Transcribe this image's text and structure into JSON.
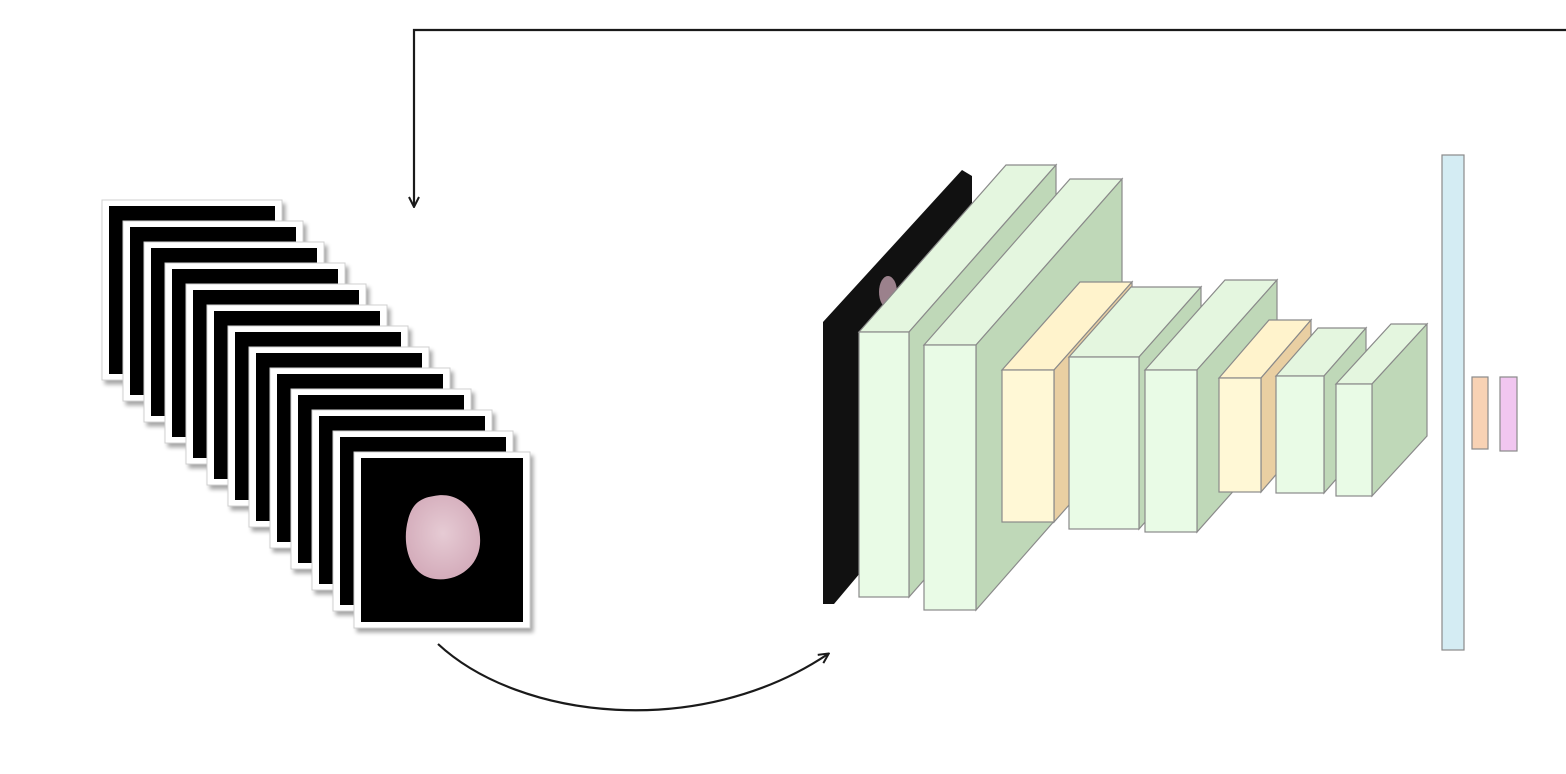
{
  "figure": {
    "description_text": "",
    "colors": {
      "background": "#ffffff",
      "arrow": "#1a1a1a",
      "slice_background": "#000000",
      "slice_border": "#ffffff",
      "lesion": "#d9b4c0",
      "lesion_highlight": "#e6cbd4",
      "conv_front": "#e9fbe6",
      "conv_side": "#bfd8b8",
      "conv_top": "#e4f6df",
      "pool_front": "#fff8d6",
      "pool_side": "#e9cfa2",
      "pool_top": "#fff3cc",
      "fc_bar": "#d4ecf3",
      "output_bar_1": "#f8d2b4",
      "output_bar_2": "#f1c6f0",
      "input_slab": "#111111",
      "outline": "#8a8a8a"
    },
    "image_stack": {
      "slice_count": 13,
      "icon": "lesion-slice-icon"
    },
    "network": {
      "input": "input-image-slab",
      "layers": [
        {
          "type": "conv",
          "name": "conv-block-1"
        },
        {
          "type": "conv",
          "name": "conv-block-2"
        },
        {
          "type": "pool",
          "name": "pool-block-1"
        },
        {
          "type": "conv",
          "name": "conv-block-3"
        },
        {
          "type": "conv",
          "name": "conv-block-4"
        },
        {
          "type": "pool",
          "name": "pool-block-2"
        },
        {
          "type": "conv",
          "name": "conv-block-5"
        },
        {
          "type": "conv",
          "name": "conv-block-6"
        }
      ],
      "fully_connected": "fc-layer-bar",
      "outputs": [
        "output-unit-1",
        "output-unit-2"
      ]
    },
    "arrows": [
      "feedback-arrow",
      "stack-to-network-arrow"
    ]
  }
}
